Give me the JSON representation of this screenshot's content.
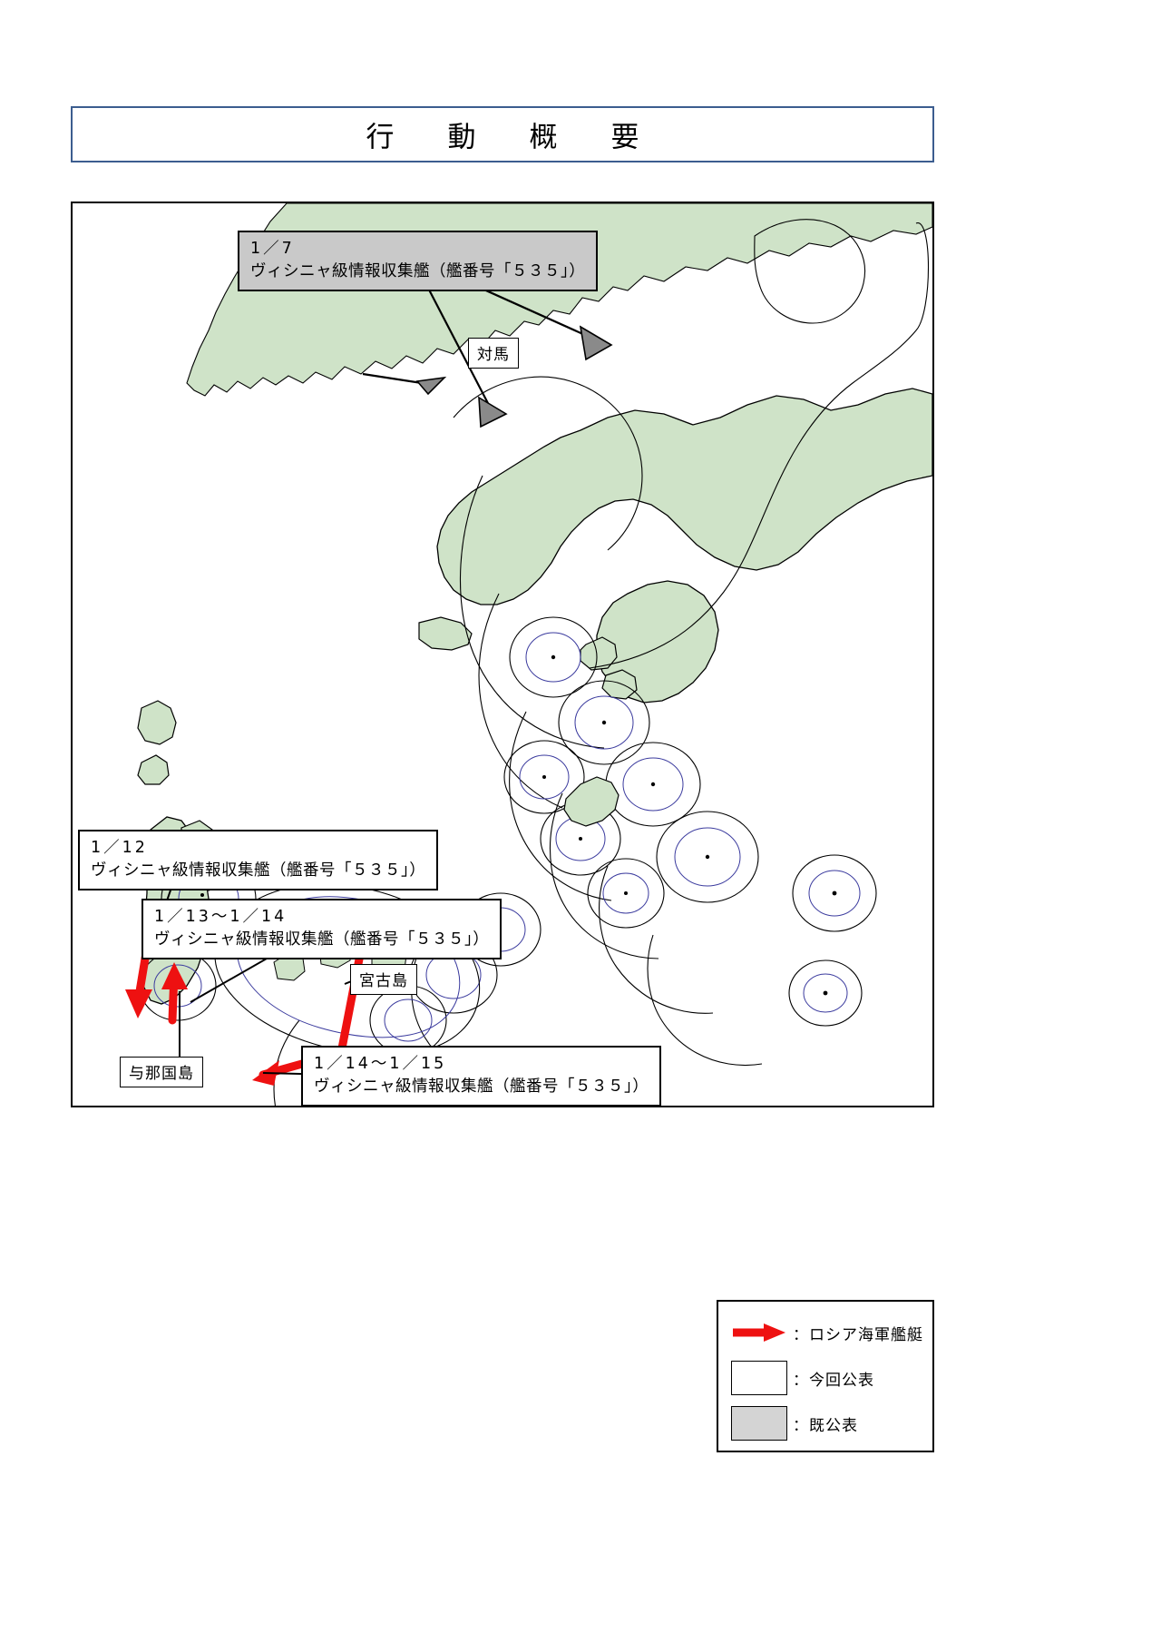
{
  "document": {
    "title": "行　動　概　要"
  },
  "map": {
    "callouts": [
      {
        "id": "callout-jan7",
        "date": "1／7",
        "desc": "ヴィシニャ級情報収集艦（艦番号「５３５」）",
        "style": "prev"
      },
      {
        "id": "callout-jan12",
        "date": "1／12",
        "desc": "ヴィシニャ級情報収集艦（艦番号「５３５」）",
        "style": "curr"
      },
      {
        "id": "callout-jan13-14",
        "date": "1／13〜1／14",
        "desc": "ヴィシニャ級情報収集艦（艦番号「５３５」）",
        "style": "curr"
      },
      {
        "id": "callout-jan14-15",
        "date": "1／14〜1／15",
        "desc": "ヴィシニャ級情報収集艦（艦番号「５３５」）",
        "style": "curr"
      }
    ],
    "places": [
      {
        "id": "place-tsushima",
        "label": "対馬"
      },
      {
        "id": "place-miyakojima",
        "label": "宮古島"
      },
      {
        "id": "place-yonagunijima",
        "label": "与那国島"
      }
    ]
  },
  "legend": {
    "rows": [
      {
        "icon": "red-arrow-icon",
        "label": "：ロシア海軍艦艇"
      },
      {
        "icon": "white-box-icon",
        "label": "：今回公表"
      },
      {
        "icon": "grey-box-icon",
        "label": "：既公表"
      }
    ]
  },
  "colors": {
    "land": "#cfe3c8",
    "coastline": "#000000",
    "contiguous_zone": "#3b3b9e",
    "track_red": "#ee1111",
    "title_border": "#3c5d8f",
    "previous_fill": "#c9c9c9"
  }
}
